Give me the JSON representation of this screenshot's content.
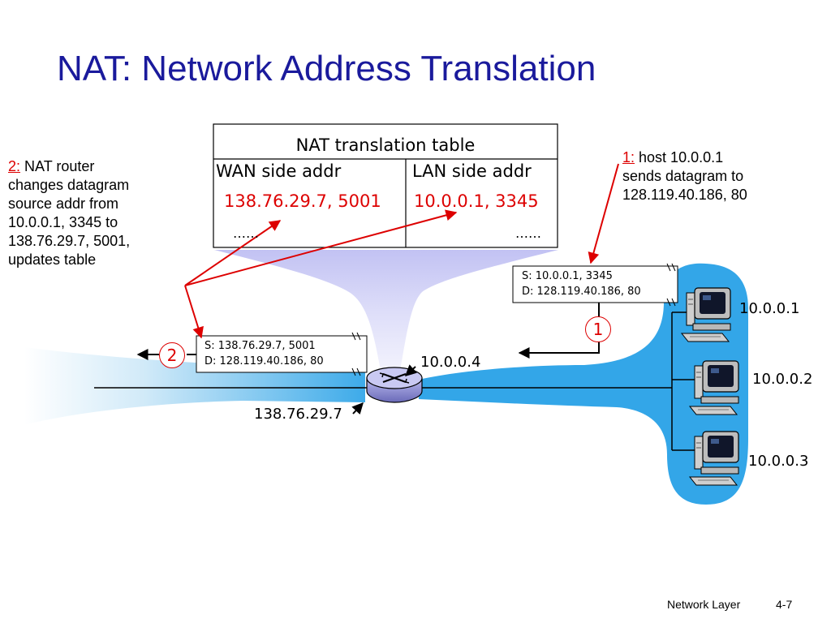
{
  "title": "NAT: Network Address Translation",
  "table": {
    "title": "NAT translation table",
    "col_wan": "WAN side addr",
    "col_lan": "LAN side addr",
    "wan_value": "138.76.29.7, 5001",
    "lan_value": "10.0.0.1, 3345",
    "wan_more": "……",
    "lan_more": "……"
  },
  "note1": {
    "step": "1:",
    "text": [
      "host 10.0.0.1",
      "sends datagram to",
      "128.119.40.186, 80"
    ]
  },
  "note2": {
    "step": "2:",
    "text": [
      "NAT router",
      "changes datagram",
      "source addr from",
      "10.0.0.1, 3345 to",
      "138.76.29.7, 5001,",
      "updates table"
    ]
  },
  "packet_lan": {
    "src": "S: 10.0.0.1, 3345",
    "dst": "D: 128.119.40.186, 80"
  },
  "packet_wan": {
    "src": "S: 138.76.29.7, 5001",
    "dst": "D: 128.119.40.186, 80"
  },
  "badges": {
    "one": "1",
    "two": "2"
  },
  "hosts": [
    "10.0.0.1",
    "10.0.0.2",
    "10.0.0.3"
  ],
  "router_lan_ip": "10.0.0.4",
  "router_wan_ip": "138.76.29.7",
  "footer": {
    "section": "Network Layer",
    "page": "4-7"
  },
  "colors": {
    "title": "#1a1a9c",
    "accent": "#dd0000",
    "network": "#33a6e8",
    "table_glow": "#c8c8f5"
  },
  "icons": [
    "router-icon",
    "desktop-computer-icon"
  ]
}
